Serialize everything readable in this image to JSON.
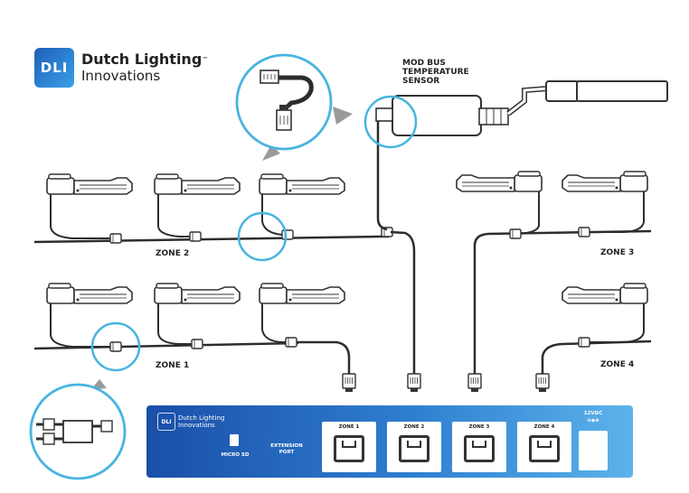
{
  "brand": {
    "name": "Dutch Lighting",
    "tm": "™",
    "sub": "Innovations",
    "logo_text": "DLI"
  },
  "sensor": {
    "line1": "MOD BUS",
    "line2": "TEMPERATURE",
    "line3": "SENSOR"
  },
  "zones": {
    "zone1": "ZONE 1",
    "zone2": "ZONE 2",
    "zone3": "ZONE 3",
    "zone4": "ZONE 4"
  },
  "controller": {
    "logo_text": "DLI",
    "brand_name": "Dutch Lighting",
    "brand_sub": "Innovations",
    "micro_sd": "MICRO SD",
    "extension_line1": "EXTENSION",
    "extension_line2": "PORT",
    "ports": [
      "ZONE 1",
      "ZONE 2",
      "ZONE 3",
      "ZONE 4"
    ],
    "power": "12VDC",
    "power_symbol": "⊖◆⊕"
  },
  "colors": {
    "cable": "#2d2d2d",
    "fixture": "#3a3a3a",
    "highlight": "#48b4e0",
    "controller_start": "#1a4fa8",
    "controller_end": "#5cb3ea"
  }
}
